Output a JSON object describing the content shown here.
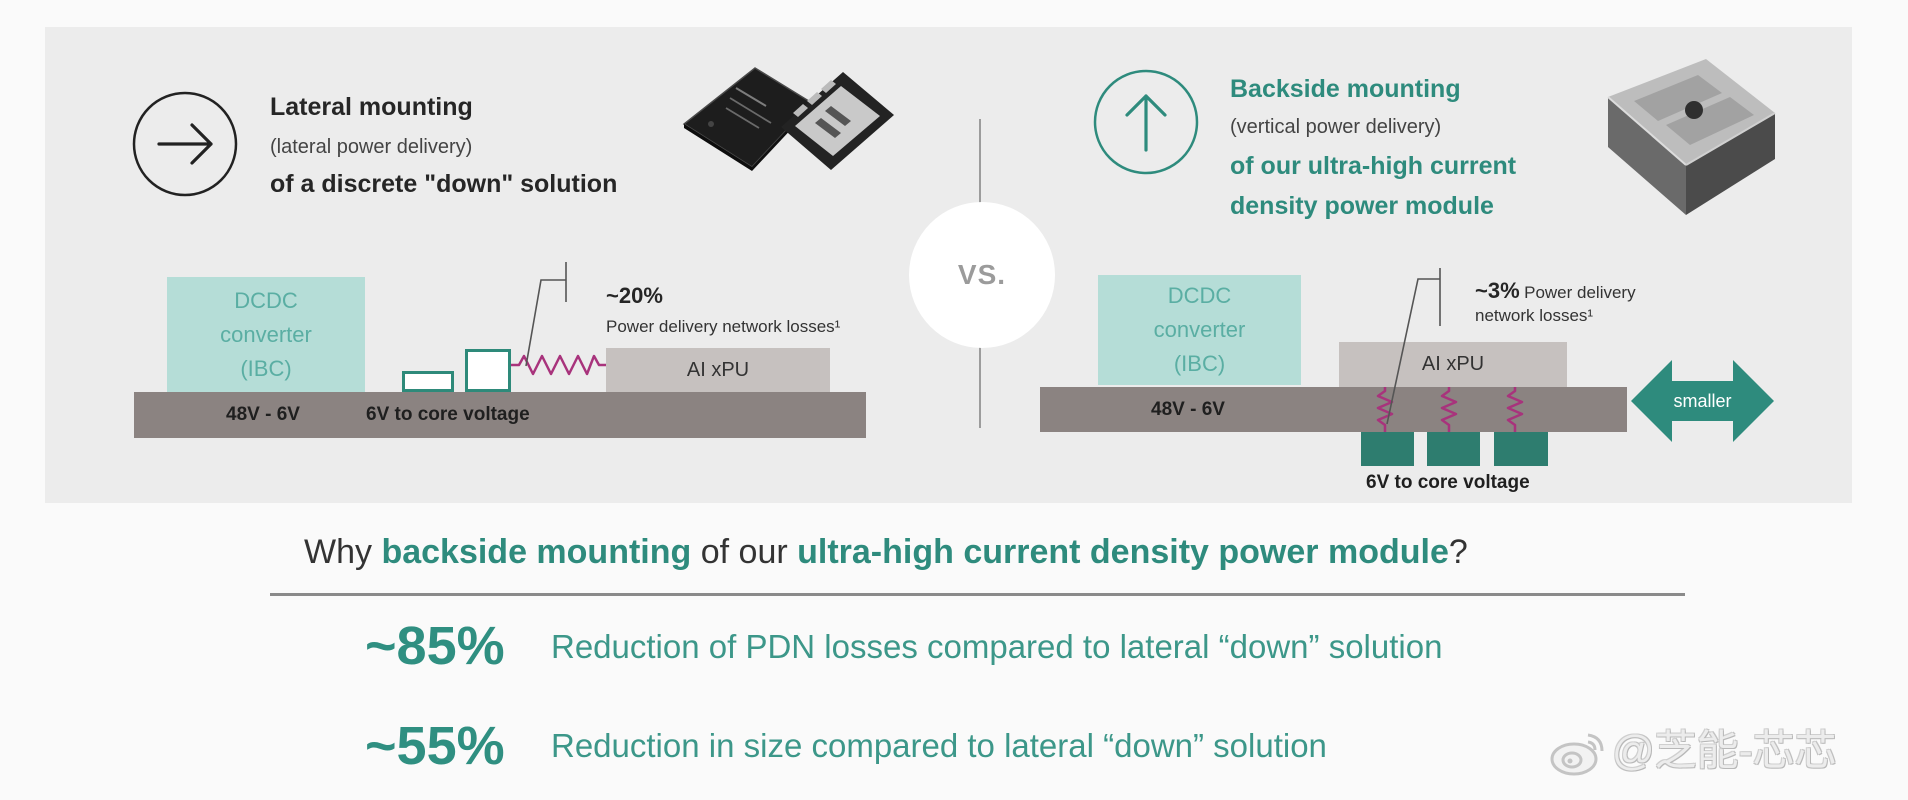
{
  "colors": {
    "teal": "#2e8b7d",
    "light_teal": "#b5ddd7",
    "dcdc_text": "#5aaea3",
    "board_gray": "#8b8381",
    "xpu_gray": "#c6c1bf",
    "resistor": "#a8337c",
    "panel_background": "#ececec"
  },
  "lateral": {
    "icon": "arrow-right-circle-icon",
    "title": "Lateral mounting",
    "subtitle": "(lateral power delivery)",
    "description": "of a discrete \"down\" solution",
    "diagram": {
      "dcdc_lines": [
        "DCDC",
        "converter",
        "(IBC)"
      ],
      "input_voltage": "48V - 6V",
      "core_voltage": "6V to core voltage",
      "loss_value": "~20%",
      "loss_label": "Power delivery network losses¹",
      "processor": "AI xPU"
    }
  },
  "versus": "VS.",
  "backside": {
    "icon": "arrow-up-circle-icon",
    "title": "Backside mounting",
    "subtitle": "(vertical power delivery)",
    "description_lines": [
      "of our ultra-high current",
      "density power module"
    ],
    "diagram": {
      "dcdc_lines": [
        "DCDC",
        "converter",
        "(IBC)"
      ],
      "input_voltage": "48V - 6V",
      "core_voltage": "6V to core voltage",
      "loss_value": "~3%",
      "loss_label_lines": [
        "Power delivery",
        "network losses¹"
      ],
      "processor": "AI xPU",
      "size_badge": "smaller"
    }
  },
  "question": {
    "prefix": "Why ",
    "highlight_1": "backside mounting",
    "middle": " of our ",
    "highlight_2": "ultra-high current density power module",
    "suffix": "?"
  },
  "benefits": [
    {
      "value": "~85%",
      "text": "Reduction of PDN losses compared to lateral “down” solution"
    },
    {
      "value": "~55%",
      "text": "Reduction in size compared to lateral “down” solution"
    }
  ],
  "watermark": {
    "icon": "weibo-logo-icon",
    "text": "@芝能-芯芯"
  }
}
